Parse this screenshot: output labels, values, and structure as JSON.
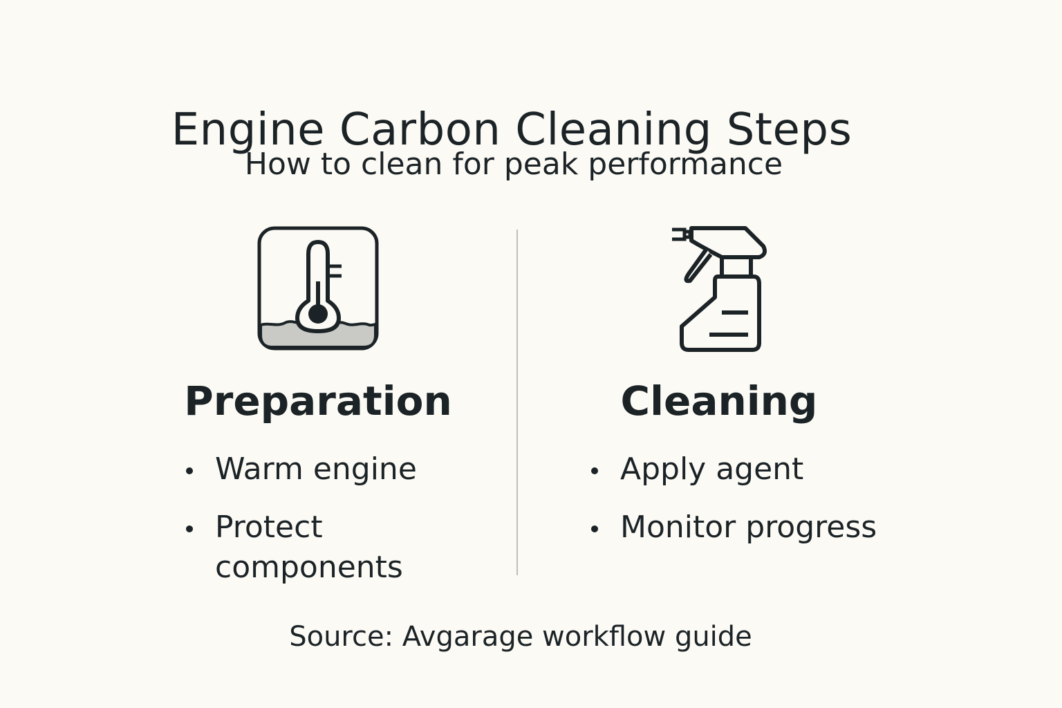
{
  "header": {
    "title": "Engine Carbon Cleaning Steps",
    "subtitle": "How to clean for peak performance"
  },
  "columns": [
    {
      "icon": "thermometer-icon",
      "title": "Preparation",
      "items": [
        "Warm engine",
        "Protect components"
      ]
    },
    {
      "icon": "spray-bottle-icon",
      "title": "Cleaning",
      "items": [
        "Apply agent",
        "Monitor progress"
      ]
    }
  ],
  "footer": {
    "source": "Source: Avgarage workflow guide"
  },
  "colors": {
    "background": "#fbfaf5",
    "text": "#1c2326",
    "divider": "#bdbdbd",
    "deposit": "#c9c9c6"
  }
}
